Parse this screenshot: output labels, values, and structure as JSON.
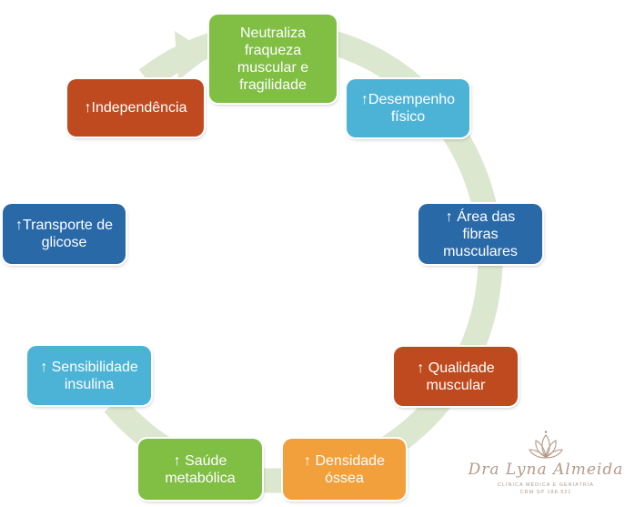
{
  "diagram": {
    "nodes": [
      {
        "id": "neutraliza",
        "text": "Neutraliza\nfraqueza\nmuscular e\nfragilidade",
        "color": "#80be44"
      },
      {
        "id": "desempenho",
        "text": "↑Desempenho\nfísico",
        "color": "#4db3d6"
      },
      {
        "id": "area-fibras",
        "text": "↑ Área das\nfibras\nmusculares",
        "color": "#2a69a8"
      },
      {
        "id": "qualidade",
        "text": "↑ Qualidade\nmuscular",
        "color": "#bf4a1f"
      },
      {
        "id": "densidade",
        "text": "↑ Densidade\nóssea",
        "color": "#f2a03b"
      },
      {
        "id": "saude",
        "text": "↑ Saúde\nmetabólica",
        "color": "#80be44"
      },
      {
        "id": "sensibilidade",
        "text": "↑ Sensibilidade\ninsulina",
        "color": "#4db3d6"
      },
      {
        "id": "transporte",
        "text": "↑Transporte de\nglicose",
        "color": "#2a69a8"
      },
      {
        "id": "independencia",
        "text": "↑Independência",
        "color": "#bf4a1f"
      }
    ],
    "cycle_arrow_color": "#dbe7cf"
  },
  "logo": {
    "name": "Dra Lyna Almeida",
    "line1": "CLÍNICA MÉDICA E GERIATRIA",
    "line2": "CRM SP 188.921",
    "color": "#b49a88"
  }
}
